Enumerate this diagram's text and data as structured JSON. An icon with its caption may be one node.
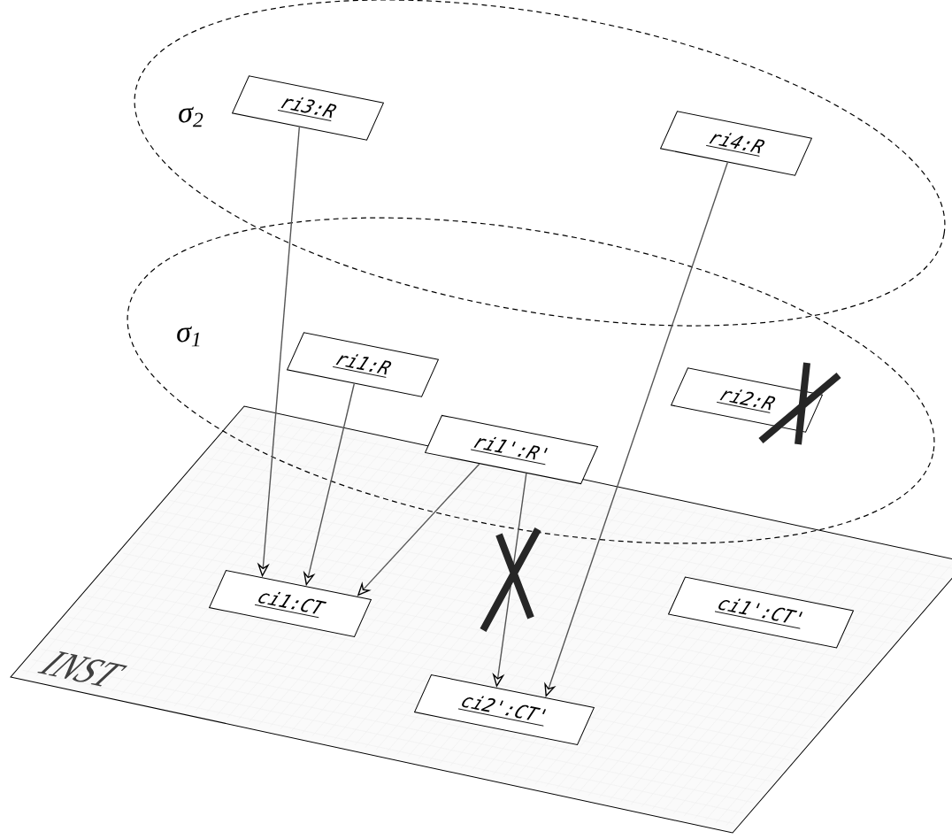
{
  "diagram": {
    "nodes": [
      {
        "text": [
          "σ$_{2}$"
        ]
      },
      {
        "text": [
          "ri3:R"
        ],
        "in": 0
      },
      {
        "text": [
          "ri4:R"
        ],
        "in": 0
      },
      {
        "text": [
          "σ$_{1}$"
        ]
      },
      {
        "text": [
          "ri1:R"
        ],
        "in": 3
      },
      {
        "text": [
          "ri2:R"
        ],
        "in": 3
      },
      {
        "text": [
          "ri1':R'"
        ],
        "in": 3
      },
      {
        "text": [
          "INST"
        ]
      },
      {
        "text": [
          "ci1:CT"
        ],
        "in": 7
      },
      {
        "text": [
          "ci2':CT'"
        ],
        "in": 7
      },
      {
        "text": [
          "ci1':CT'"
        ],
        "in": 7
      }
    ],
    "edges": [
      {
        "from": 1,
        "to": 8,
        "arrow": "to"
      },
      {
        "from": 4,
        "to": 8,
        "arrow": "to"
      },
      {
        "from": 6,
        "to": 8,
        "arrow": "to"
      },
      {
        "from": 6,
        "to": 9,
        "arrow": "to"
      },
      {
        "from": 2,
        "to": 9,
        "arrow": "to"
      }
    ]
  }
}
